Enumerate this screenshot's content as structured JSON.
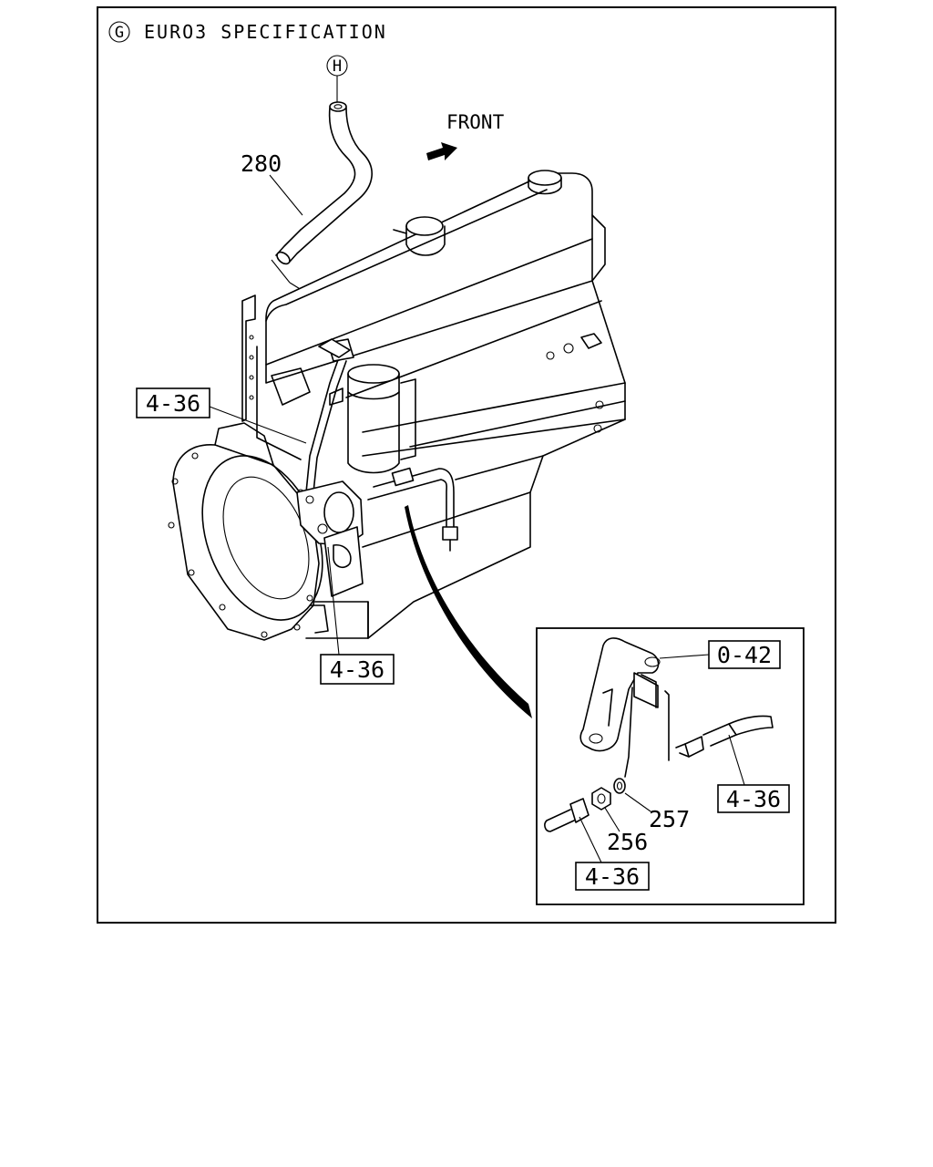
{
  "header": {
    "section_letter": "G",
    "title": "EURO3 SPECIFICATION"
  },
  "hose_connector_letter": "H",
  "direction_label": "FRONT",
  "part_numbers": {
    "hose": "280",
    "nut": "256",
    "washer": "257"
  },
  "references": {
    "upper_left": "4-36",
    "lower_center": "4-36",
    "inset_bracket": "0-42",
    "inset_right": "4-36",
    "inset_bottom": "4-36"
  }
}
